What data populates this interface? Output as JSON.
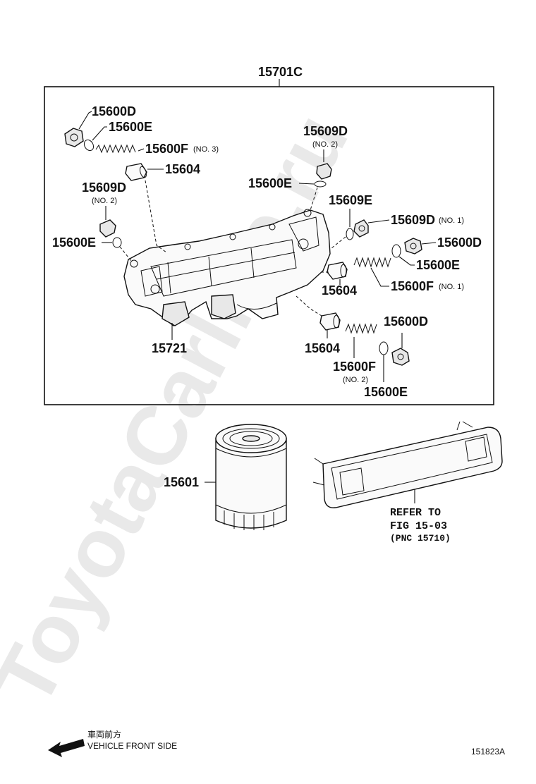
{
  "watermark": "ToyotaCarline.ru",
  "labels": {
    "assembly": "15701C",
    "plug_d_top": "15600D",
    "ring_e_top": "15600E",
    "spring_f_top": "15600F",
    "spring_f_top_sub": "(NO. 3)",
    "valve_604_top": "15604",
    "plug_609d_left": "15609D",
    "plug_609d_left_sub": "(NO. 2)",
    "ring_e_left": "15600E",
    "plug_609d_mid": "15609D",
    "plug_609d_mid_sub": "(NO. 2)",
    "ring_e_mid": "15600E",
    "ring_609e": "15609E",
    "plug_609d_right": "15609D",
    "plug_609d_right_sub": "(NO. 1)",
    "plug_d_right": "15600D",
    "ring_e_right": "15600E",
    "valve_604_mid": "15604",
    "spring_f_right": "15600F",
    "spring_f_right_sub": "(NO. 1)",
    "cooler": "15721",
    "valve_604_low": "15604",
    "plug_d_low": "15600D",
    "spring_f_low": "15600F",
    "spring_f_low_sub": "(NO. 2)",
    "ring_e_low": "15600E",
    "oil_filter": "15601",
    "refer_line1": "REFER TO",
    "refer_line2": "FIG 15-03",
    "refer_line3": "(PNC 15710)"
  },
  "footer": {
    "direction_jp": "車両前方",
    "direction_en": "VEHICLE FRONT SIDE",
    "diagram_code": "151823A"
  }
}
